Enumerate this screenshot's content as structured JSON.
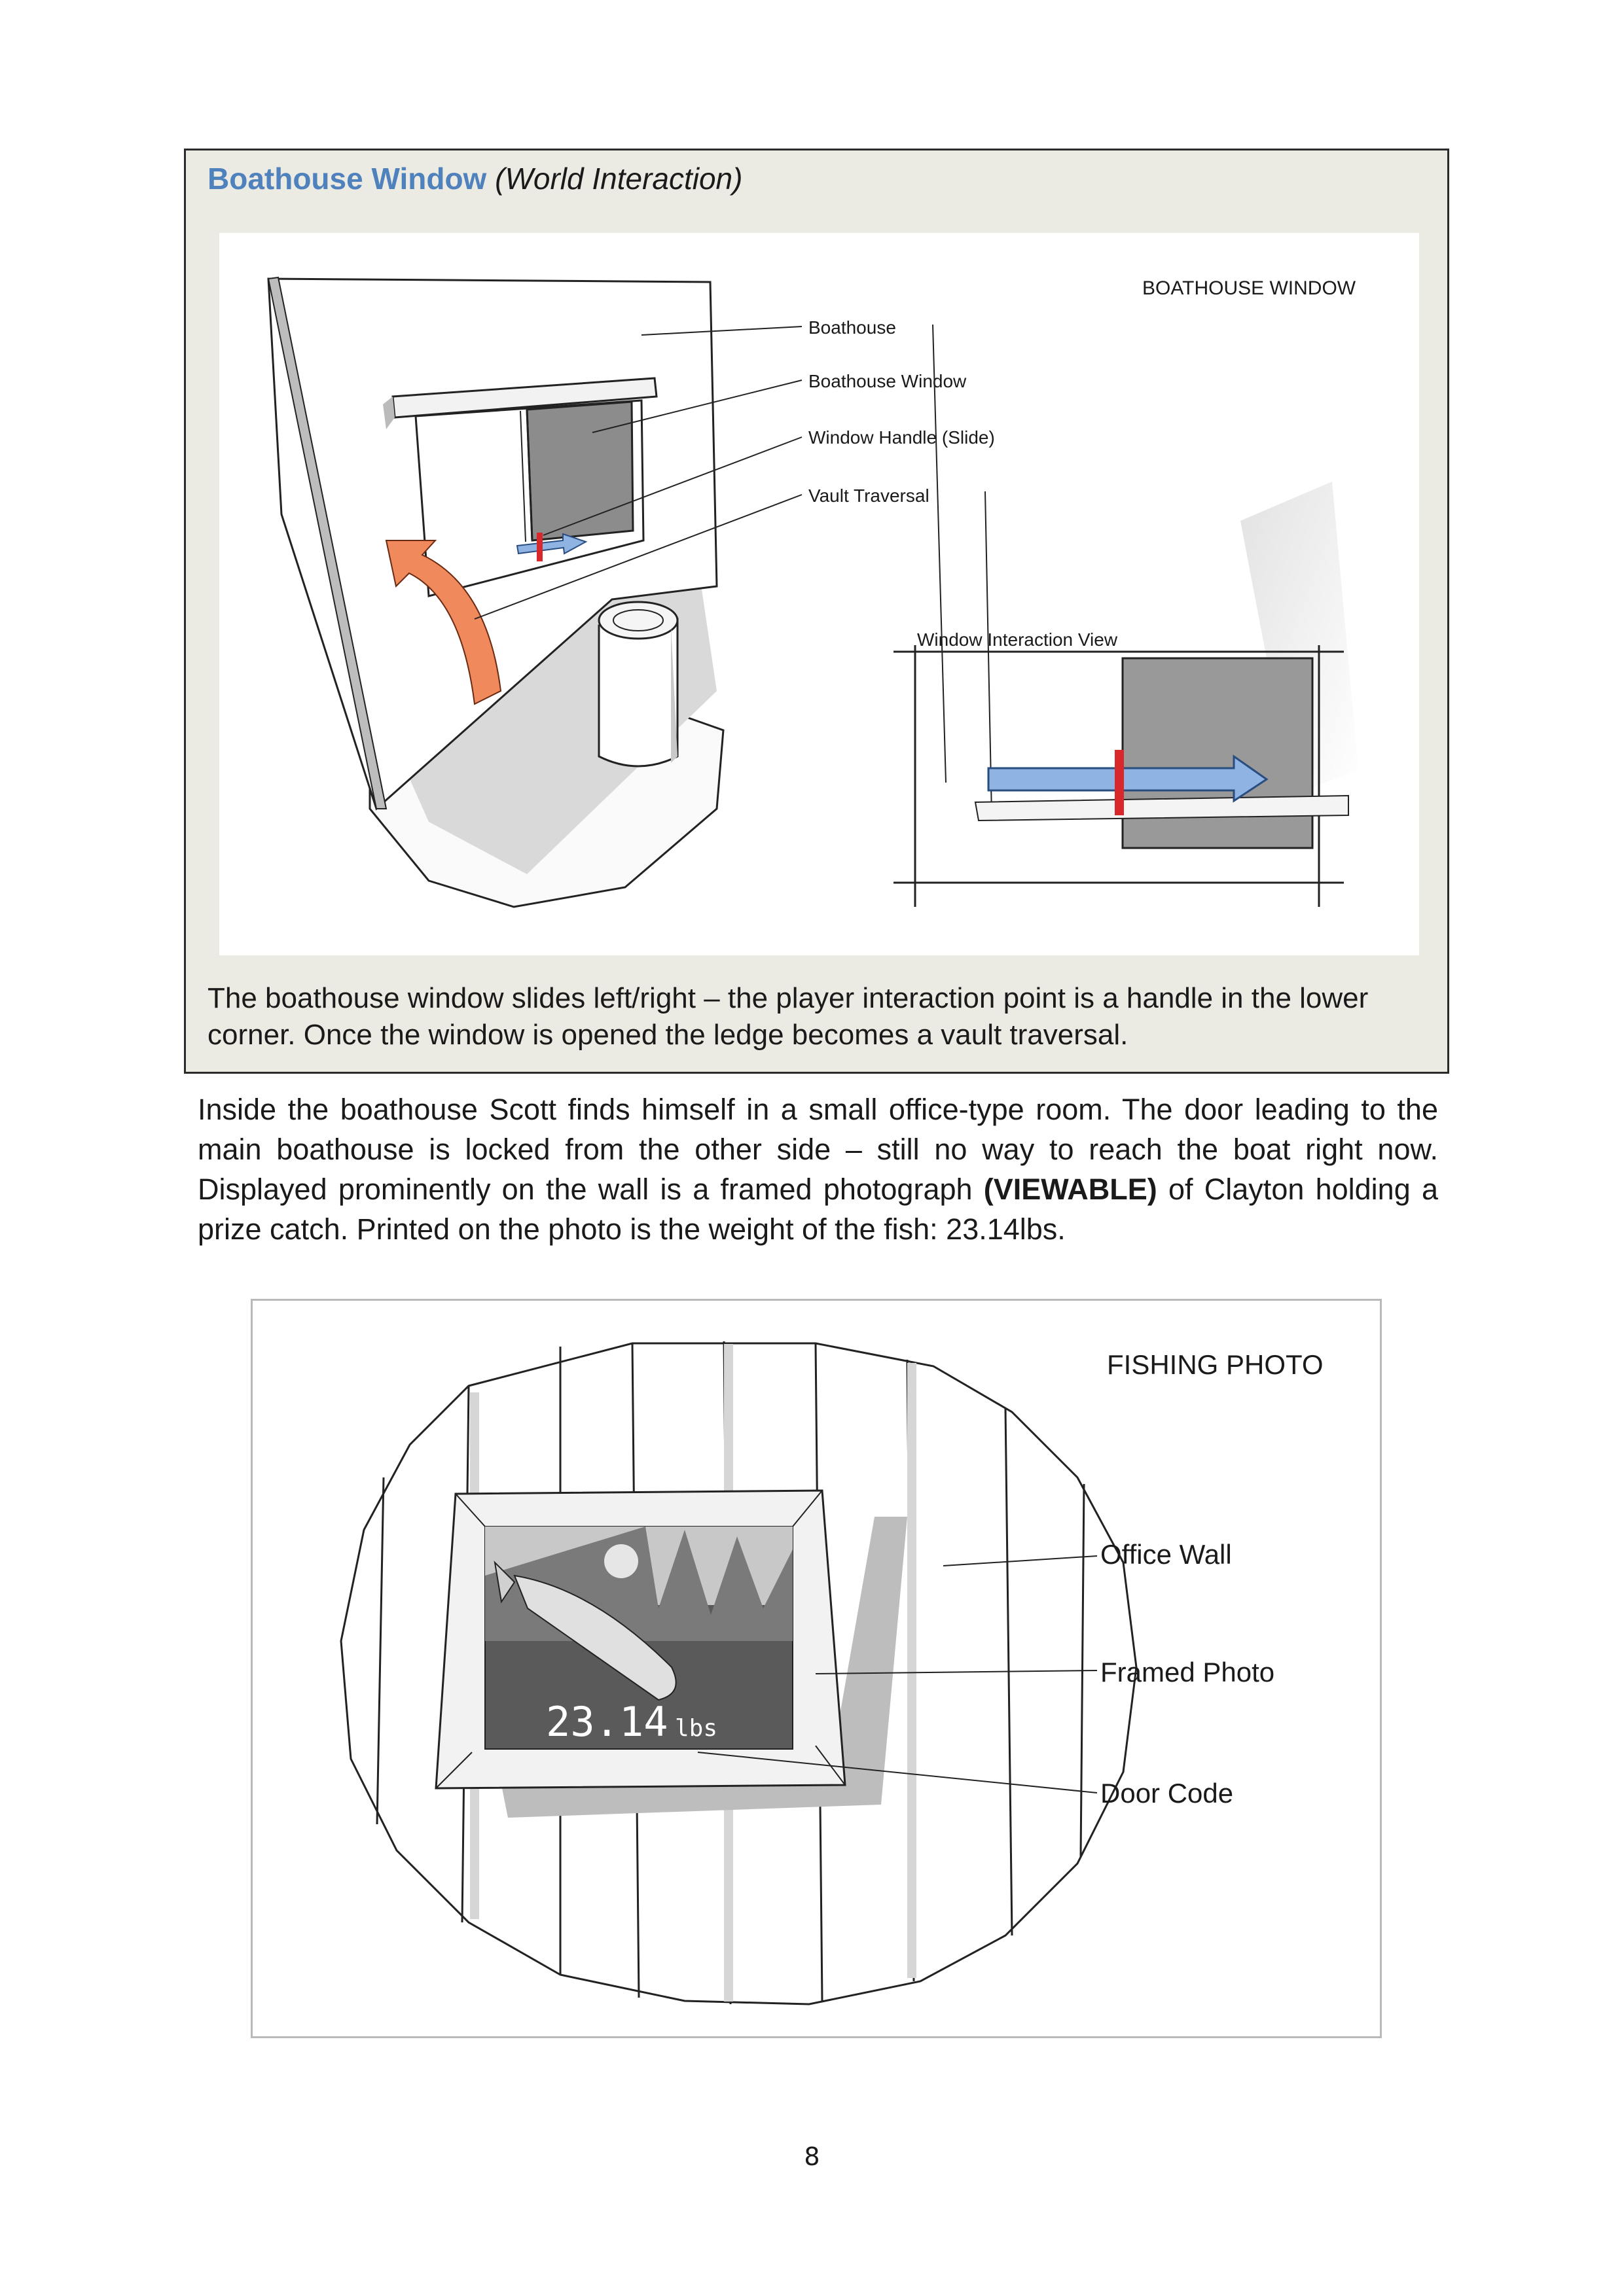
{
  "callout": {
    "title": "Boathouse Window",
    "tag": "(World Interaction)",
    "caption": "The boathouse window slides left/right – the player interaction point is a handle in the lower corner. Once the window is opened the ledge becomes a vault traversal."
  },
  "figure1": {
    "heading": "BOATHOUSE WINDOW",
    "labels": {
      "boathouse": "Boathouse",
      "window": "Boathouse Window",
      "handle": "Window Handle (Slide)",
      "vault": "Vault Traversal",
      "view": "Window Interaction View"
    }
  },
  "paragraph": {
    "part1": "Inside the boathouse Scott finds himself in a small office-type room. The door leading to the main boathouse is locked from the other side – still no way to reach the boat right now. Displayed prominently on the wall is a framed photograph ",
    "bold": "(VIEWABLE)",
    "part2": " of Clayton holding a prize catch. Printed on the photo is the weight of the fish: 23.14lbs."
  },
  "figure2": {
    "heading": "FISHING PHOTO",
    "weight_number": "23.14",
    "weight_unit": "lbs",
    "labels": {
      "wall": "Office Wall",
      "photo": "Framed Photo",
      "code": "Door Code"
    }
  },
  "page_number": "8",
  "colors": {
    "title_blue": "#4f81bd",
    "callout_bg": "#ecebe3",
    "vault_arrow": "#f08a5d",
    "slide_arrow": "#8fb4e3",
    "handle_red": "#d9282c"
  }
}
